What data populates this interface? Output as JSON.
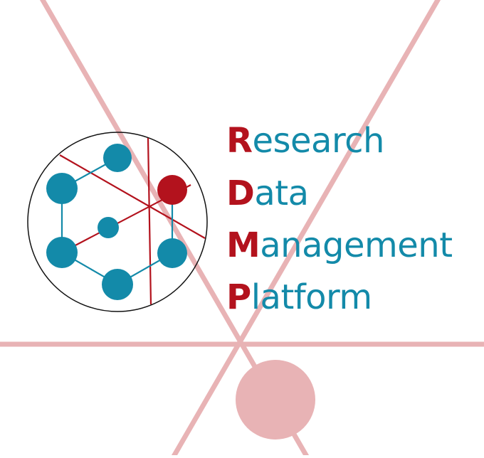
{
  "logo": {
    "words": [
      {
        "initial": "R",
        "rest": "esearch"
      },
      {
        "initial": "D",
        "rest": "ata"
      },
      {
        "initial": "M",
        "rest": "anagement"
      },
      {
        "initial": "P",
        "rest": "latform"
      }
    ],
    "colors": {
      "initial": "#b3121d",
      "rest": "#138aa9",
      "background_mark": "#e8b3b5",
      "ring": "#111111"
    },
    "icon": "network-hexagon-logo-icon"
  }
}
